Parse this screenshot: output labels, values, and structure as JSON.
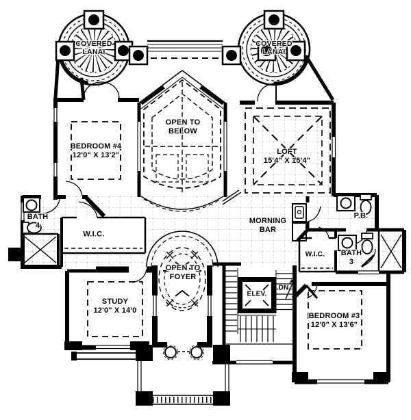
{
  "rooms": {
    "covered_lanai_left": {
      "line1": "COVERED",
      "line2": "LANAI"
    },
    "covered_lanai_right": {
      "line1": "COVERED",
      "line2": "LANAI"
    },
    "open_to_below": {
      "line1": "OPEN TO",
      "line2": "BELOW"
    },
    "bedroom4": {
      "name": "BEDROOM #4",
      "dims": "12'0\" X 13'2\""
    },
    "loft": {
      "name": "LOFT",
      "dims": "15'4\" X 15'4\""
    },
    "bath4": {
      "name": "BATH",
      "number": "4"
    },
    "wic_left": {
      "name": "W.I.C."
    },
    "morning_bar": {
      "line1": "MORNING",
      "line2": "BAR"
    },
    "pb": {
      "name": "P.B."
    },
    "wic_right": {
      "name": "W.I.C."
    },
    "bath3": {
      "name": "BATH",
      "number": "3"
    },
    "open_to_foyer": {
      "line1": "OPEN TO",
      "line2": "FOYER"
    },
    "study": {
      "name": "STUDY",
      "dims": "12'0\" X 14'0"
    },
    "elevator": {
      "name": "ELEV."
    },
    "stairs": {
      "down_label": "DN"
    },
    "bedroom3": {
      "name": "BEDROOM #3",
      "dims": "12'0\" X 13'6\""
    }
  },
  "colors": {
    "ink": "#000000",
    "paper": "#ffffff",
    "tile_grid": "#9e9e9e"
  }
}
